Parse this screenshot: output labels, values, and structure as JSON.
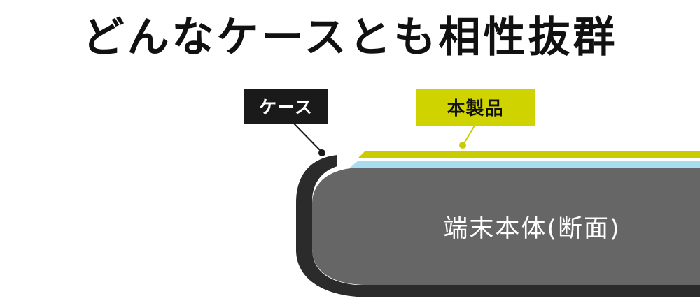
{
  "title": "どんなケースとも相性抜群",
  "labels": {
    "case": "ケース",
    "product": "本製品",
    "device_body": "端末本体(断面)"
  },
  "colors": {
    "case": "#2b2b2b",
    "device_body": "#666666",
    "product_layer": "#c8cc00",
    "adhesive_layer": "#a8dcef",
    "label_dark_bg": "#1a1a1a",
    "label_yellow_bg": "#cfd300"
  }
}
